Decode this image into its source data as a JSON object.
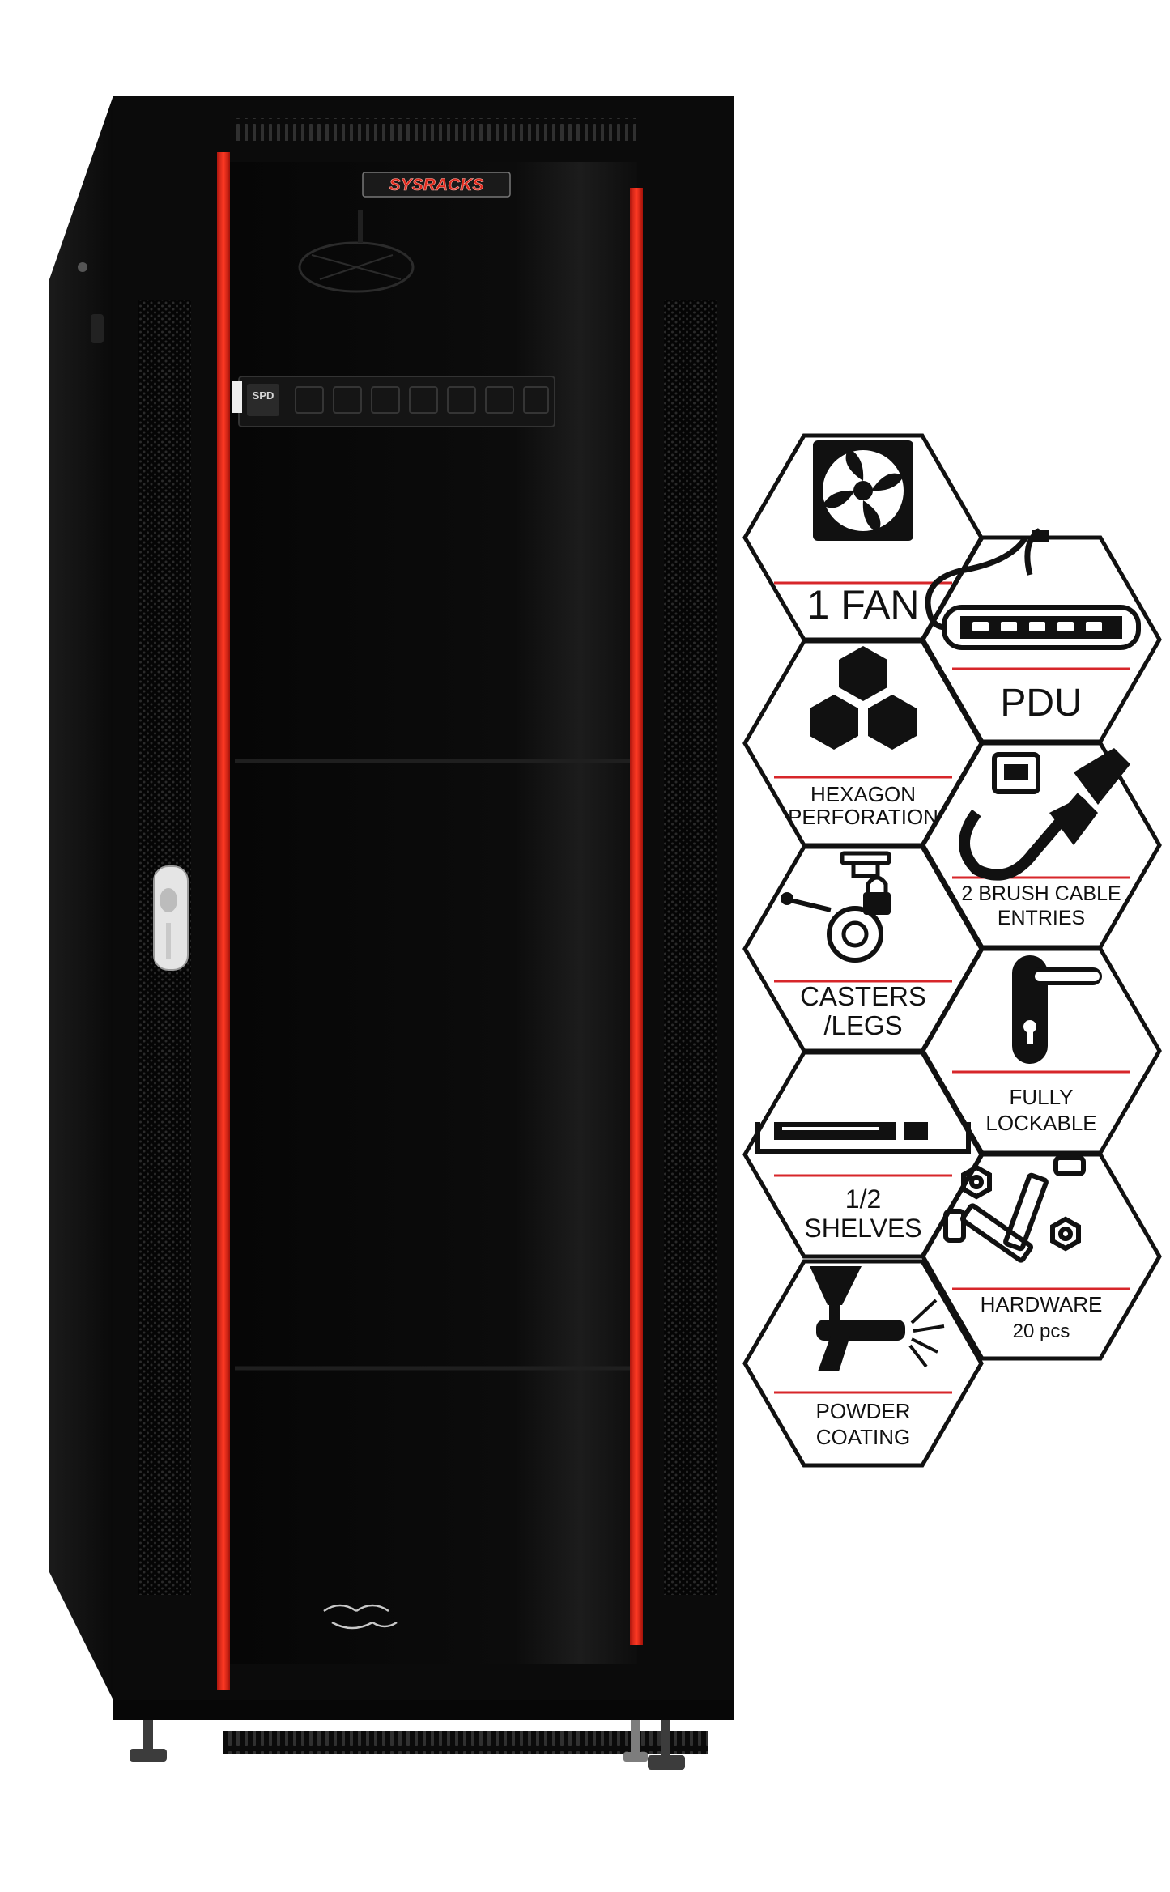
{
  "brand": {
    "logo_text": "SYSRACKS"
  },
  "pdu_badge": {
    "text": "SPD"
  },
  "colors": {
    "cabinet": "#0b0b0b",
    "red_stripe": "#e0281b",
    "hex_border": "#111111",
    "hex_fill": "#ffffff",
    "divider": "#d7262a"
  },
  "features": [
    {
      "icon": "fan-icon",
      "lines": [
        "1 FAN"
      ]
    },
    {
      "icon": "power-strip-icon",
      "lines": [
        "PDU"
      ]
    },
    {
      "icon": "hexagon-perforation-icon",
      "lines": [
        "HEXAGON",
        "PERFORATION"
      ]
    },
    {
      "icon": "cable-entry-icon",
      "lines": [
        "2 BRUSH CABLE",
        "ENTRIES"
      ]
    },
    {
      "icon": "caster-icon",
      "lines": [
        "CASTERS",
        "/LEGS"
      ]
    },
    {
      "icon": "door-handle-icon",
      "lines": [
        "FULLY",
        "LOCKABLE"
      ]
    },
    {
      "icon": "shelf-icon",
      "lines": [
        "1/2",
        "SHELVES"
      ]
    },
    {
      "icon": "bolt-nut-icon",
      "lines": [
        "HARDWARE",
        "20 pcs"
      ]
    },
    {
      "icon": "spray-gun-icon",
      "lines": [
        "POWDER",
        "COATING"
      ]
    }
  ]
}
